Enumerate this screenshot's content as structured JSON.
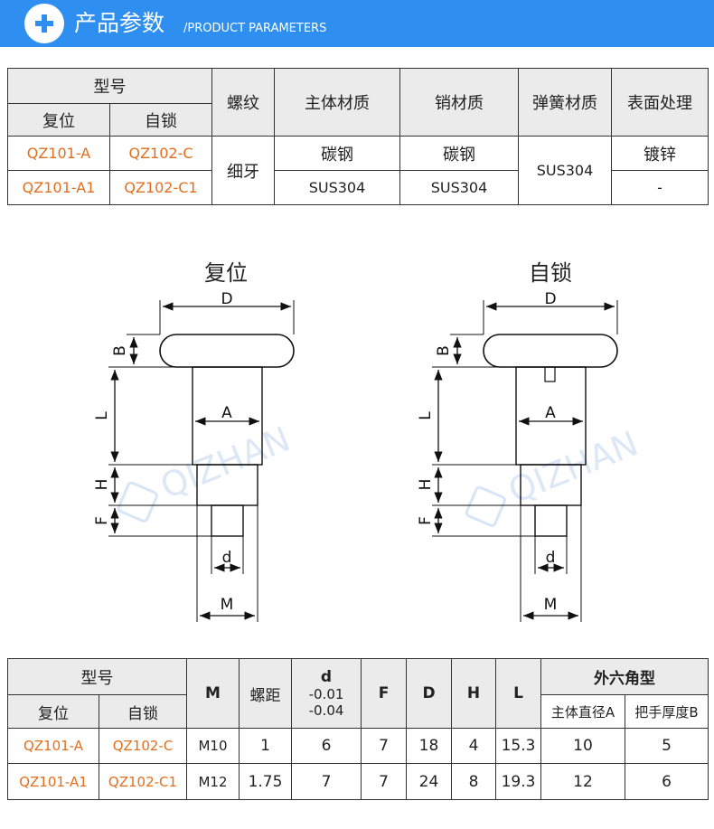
{
  "header": {
    "title": "产品参数",
    "subtitle": "/PRODUCT PARAMETERS",
    "icon": "plus-icon",
    "color": "#2e8ff0"
  },
  "table1": {
    "model_label": "型号",
    "reset_label": "复位",
    "lock_label": "自锁",
    "thread_label": "螺纹",
    "body_material_label": "主体材质",
    "pin_material_label": "销材质",
    "spring_material_label": "弹簧材质",
    "surface_label": "表面处理",
    "thread_value": "细牙",
    "spring_value": "SUS304",
    "rows": [
      {
        "reset": "QZ101-A",
        "lock": "QZ102-C",
        "body": "碳钢",
        "pin": "碳钢",
        "surface": "镀锌"
      },
      {
        "reset": "QZ101-A1",
        "lock": "QZ102-C1",
        "body": "SUS304",
        "pin": "SUS304",
        "surface": "-"
      }
    ]
  },
  "diagrams": {
    "left_title": "复位",
    "right_title": "自锁",
    "labels": {
      "D": "D",
      "B": "B",
      "L": "L",
      "A": "A",
      "H": "H",
      "F": "F",
      "d": "d",
      "M": "M"
    },
    "watermark": "QIZHAN"
  },
  "table2": {
    "model_label": "型号",
    "reset_label": "复位",
    "lock_label": "自锁",
    "m_label": "M",
    "pitch_label": "螺距",
    "d_label": "d",
    "d_tol_upper": "-0.01",
    "d_tol_lower": "-0.04",
    "f_label": "F",
    "dd_label": "D",
    "h_label": "H",
    "l_label": "L",
    "hex_label": "外六角型",
    "body_dia_label": "主体直径A",
    "handle_label": "把手厚度B",
    "rows": [
      {
        "reset": "QZ101-A",
        "lock": "QZ102-C",
        "m": "M10",
        "pitch": "1",
        "d": "6",
        "f": "7",
        "D": "18",
        "h": "4",
        "l": "15.3",
        "a": "10",
        "b": "5"
      },
      {
        "reset": "QZ101-A1",
        "lock": "QZ102-C1",
        "m": "M12",
        "pitch": "1.75",
        "d": "7",
        "f": "7",
        "D": "24",
        "h": "8",
        "l": "19.3",
        "a": "12",
        "b": "6"
      }
    ]
  }
}
